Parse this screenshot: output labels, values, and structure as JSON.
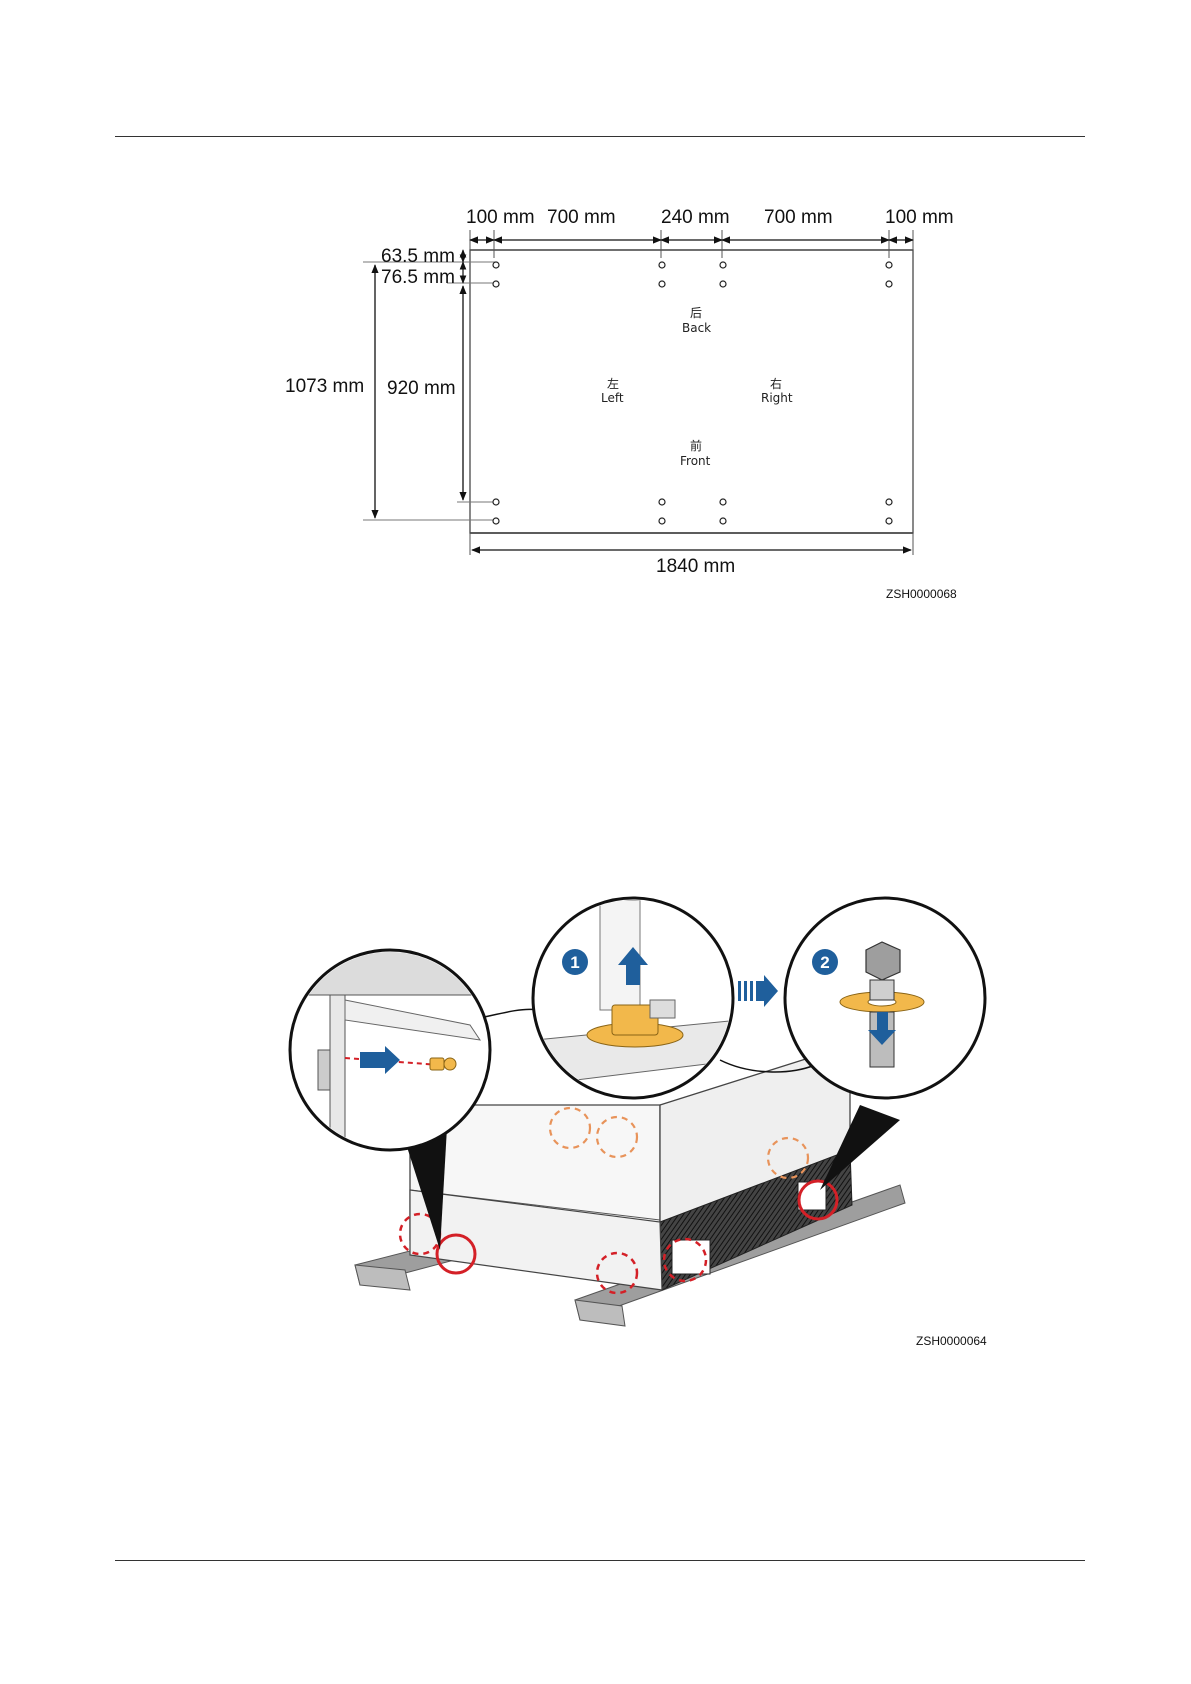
{
  "figure_top": {
    "dims_top": [
      "100 mm",
      "700 mm",
      "240 mm",
      "700 mm",
      "100 mm"
    ],
    "dim_63": "63.5 mm",
    "dim_76": "76.5 mm",
    "dim_1073": "1073 mm",
    "dim_920": "920 mm",
    "dim_1840": "1840 mm",
    "back_cn": "后",
    "back_en": "Back",
    "left_cn": "左",
    "left_en": "Left",
    "right_cn": "右",
    "right_en": "Right",
    "front_cn": "前",
    "front_en": "Front",
    "figure_id": "ZSH0000068"
  },
  "figure_bottom": {
    "step1": "1",
    "step2": "2",
    "figure_id": "ZSH0000064",
    "colors": {
      "step_blue": "#1f5f9c",
      "washer": "#f2b84b",
      "highlight_red": "#d42027",
      "dashed_orange": "#e8935a"
    }
  }
}
